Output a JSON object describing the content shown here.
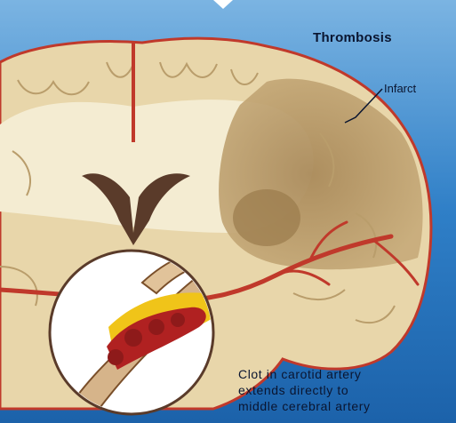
{
  "labels": {
    "title": "Thrombosis",
    "infarct": "Infarct",
    "caption_lines": [
      "Clot in carotid artery",
      "extends directly to",
      "middle cerebral artery"
    ]
  },
  "colors": {
    "background_blue": "#2f7fc7",
    "cortex_tan": "#e8d6aa",
    "white_matter": "#f4ecd2",
    "infarct_region": "#b89a6c",
    "artery_red": "#c0392b",
    "clot_dark_red": "#8e1a1a",
    "plaque_yellow": "#f0c419",
    "ventricle_brown": "#5a3b2a",
    "text": "#0a1530"
  },
  "icons": [
    "brain-section-illustration",
    "magnified-artery-inset"
  ]
}
